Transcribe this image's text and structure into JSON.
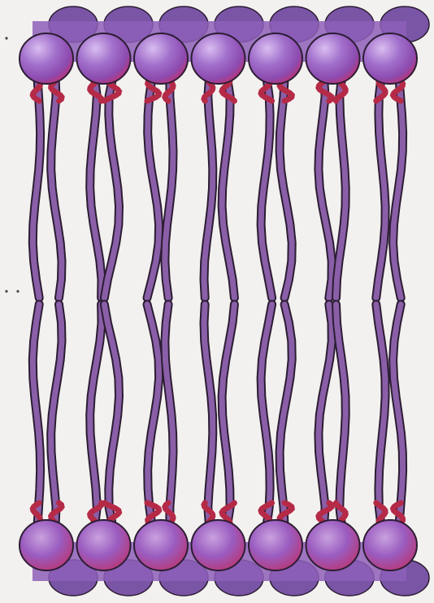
{
  "diagram": {
    "subject": "phospholipid-bilayer",
    "leaflets": [
      {
        "name": "outer-leaflet",
        "heads_front": 7,
        "heads_back": 7,
        "tails_per_head": 2,
        "tails_point": "down"
      },
      {
        "name": "inner-leaflet",
        "heads_front": 7,
        "heads_back": 7,
        "tails_per_head": 2,
        "tails_point": "up"
      }
    ],
    "colors": {
      "background": "#f3f1ef",
      "head_light": "#c8a6e0",
      "head_mid": "#9d67c6",
      "head_dark": "#7a3f9c",
      "head_pink": "#b8357a",
      "back_row": "#7a55a6",
      "tail_dark": "#3d2547",
      "tail_fill": "#8a5fa8",
      "neck_red": "#b52a47",
      "outline": "#2c1d33"
    }
  }
}
